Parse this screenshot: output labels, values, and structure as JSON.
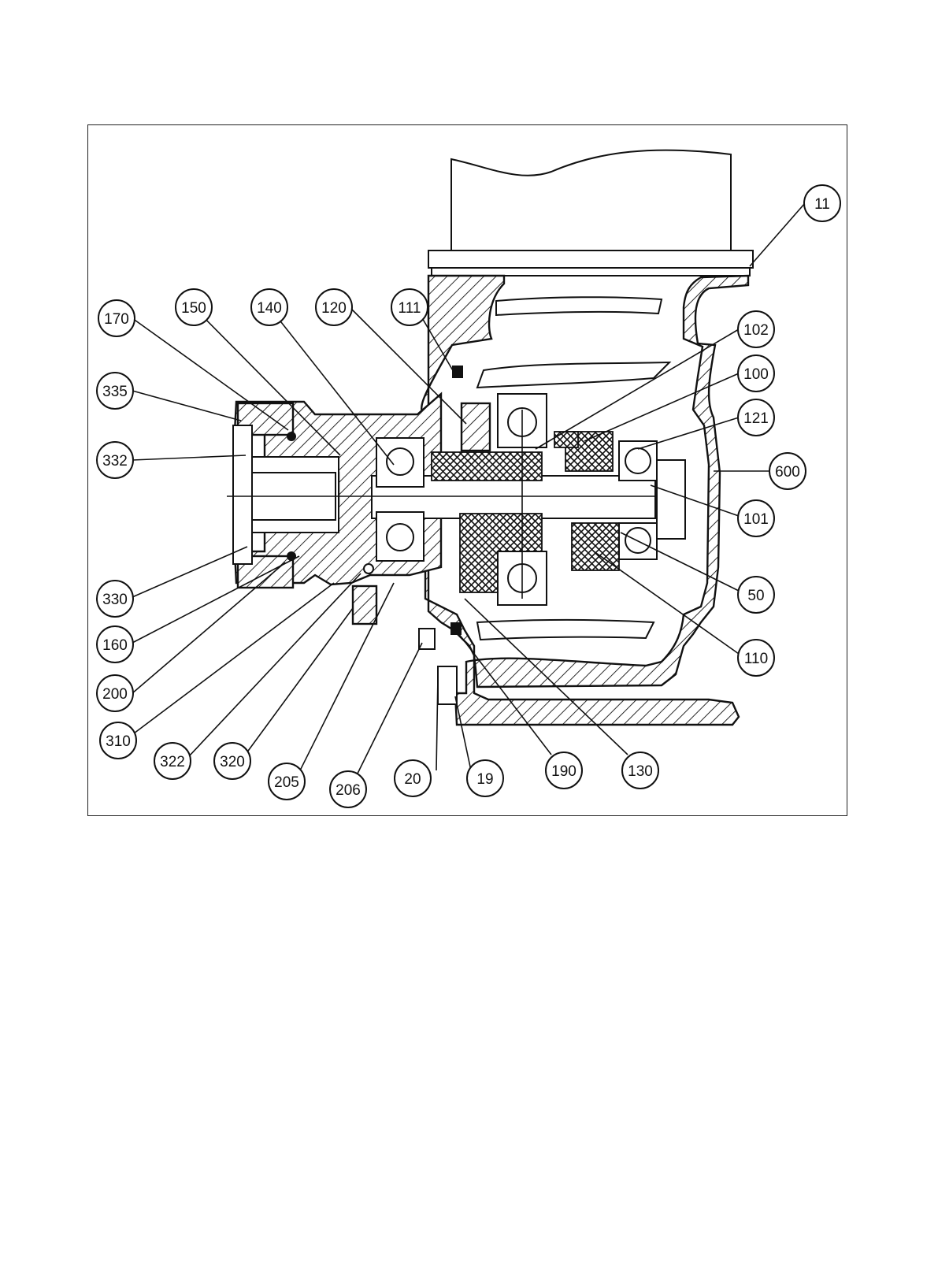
{
  "callouts": [
    {
      "id": "p11",
      "label": "11"
    },
    {
      "id": "p102",
      "label": "102"
    },
    {
      "id": "p100",
      "label": "100"
    },
    {
      "id": "p121",
      "label": "121"
    },
    {
      "id": "p600",
      "label": "600"
    },
    {
      "id": "p101",
      "label": "101"
    },
    {
      "id": "p50",
      "label": "50"
    },
    {
      "id": "p110",
      "label": "110"
    },
    {
      "id": "p130",
      "label": "130"
    },
    {
      "id": "p190",
      "label": "190"
    },
    {
      "id": "p19",
      "label": "19"
    },
    {
      "id": "p20",
      "label": "20"
    },
    {
      "id": "p206",
      "label": "206"
    },
    {
      "id": "p205",
      "label": "205"
    },
    {
      "id": "p320",
      "label": "320"
    },
    {
      "id": "p322",
      "label": "322"
    },
    {
      "id": "p310",
      "label": "310"
    },
    {
      "id": "p200",
      "label": "200"
    },
    {
      "id": "p160",
      "label": "160"
    },
    {
      "id": "p330",
      "label": "330"
    },
    {
      "id": "p332",
      "label": "332"
    },
    {
      "id": "p335",
      "label": "335"
    },
    {
      "id": "p170",
      "label": "170"
    },
    {
      "id": "p150",
      "label": "150"
    },
    {
      "id": "p140",
      "label": "140"
    },
    {
      "id": "p120",
      "label": "120"
    },
    {
      "id": "p111",
      "label": "111"
    }
  ]
}
